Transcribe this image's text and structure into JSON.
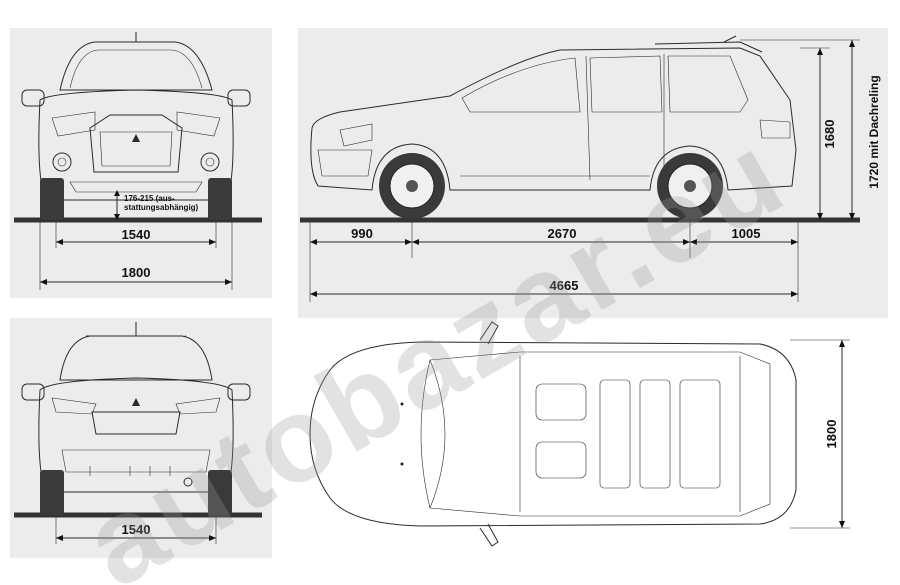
{
  "front_view": {
    "track": "1540",
    "width": "1800",
    "clearance_note_line1": "176-215 (aus-",
    "clearance_note_line2": "stattungsabhängig)"
  },
  "side_view": {
    "front_overhang": "990",
    "wheelbase": "2670",
    "rear_overhang": "1005",
    "length": "4665",
    "height": "1680",
    "height_roof_rails": "1720 mit Dachreling"
  },
  "rear_view": {
    "track": "1540"
  },
  "top_view": {
    "width": "1800"
  },
  "watermark": "autobazar.eu"
}
